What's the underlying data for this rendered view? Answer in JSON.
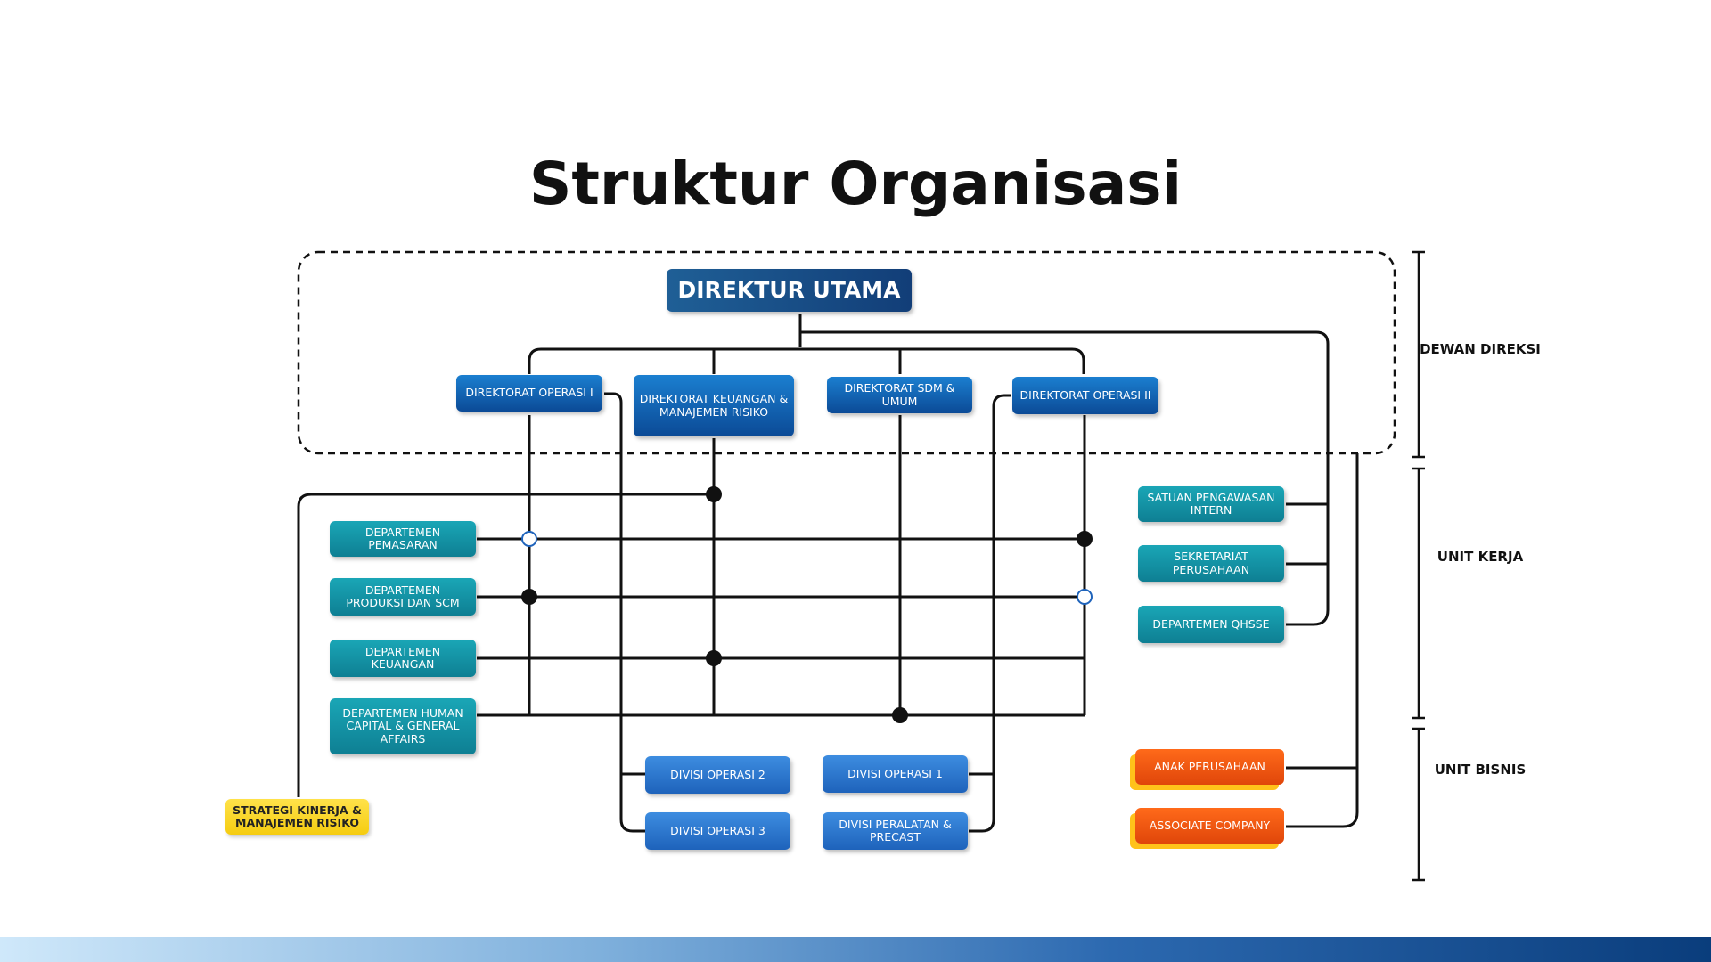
{
  "title": "Struktur Organisasi",
  "boxes": {
    "direktur_utama": "DIREKTUR UTAMA",
    "dir_operasi_1": "DIREKTORAT OPERASI I",
    "dir_keuangan": "DIREKTORAT KEUANGAN & MANAJEMEN RISIKO",
    "dir_sdm": "DIREKTORAT SDM & UMUM",
    "dir_operasi_2": "DIREKTORAT OPERASI II",
    "dept_pemasaran": "DEPARTEMEN PEMASARAN",
    "dept_produksi": "DEPARTEMEN PRODUKSI DAN SCM",
    "dept_keuangan": "DEPARTEMEN KEUANGAN",
    "dept_hcga": "DEPARTEMEN HUMAN CAPITAL & GENERAL AFFAIRS",
    "satuan_pengawasan": "SATUAN PENGAWASAN INTERN",
    "sekretariat": "SEKRETARIAT PERUSAHAAN",
    "dept_qhsse": "DEPARTEMEN QHSSE",
    "divisi_operasi_2": "DIVISI OPERASI 2",
    "divisi_operasi_3": "DIVISI OPERASI 3",
    "divisi_operasi_1": "DIVISI OPERASI 1",
    "divisi_peralatan": "DIVISI PERALATAN & PRECAST",
    "anak_perusahaan": "ANAK PERUSAHAAN",
    "associate_company": "ASSOCIATE COMPANY",
    "strategi_kinerja": "STRATEGI KINERJA & MANAJEMEN RISIKO"
  },
  "sections": {
    "dewan_direksi": "DEWAN DIREKSI",
    "unit_kerja": "UNIT KERJA",
    "unit_bisnis": "UNIT BISNIS"
  },
  "colors": {
    "direktorat": "#0b4a96",
    "departemen": "#0e7f93",
    "divisi": "#1e63bb",
    "unit_bisnis": "#e0460a",
    "strategi": "#f5cc10"
  }
}
